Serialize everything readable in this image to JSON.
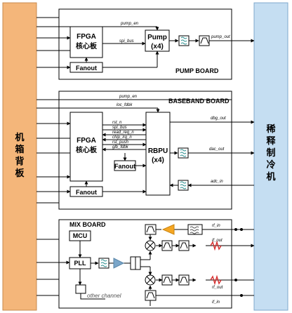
{
  "backplane": {
    "label": "机箱背板",
    "color": "#f4b67a"
  },
  "cooler": {
    "label": "稀释制冷机",
    "color": "#c5def2"
  },
  "pump_board": {
    "title": "PUMP BOARD",
    "fpga": [
      "FPGA",
      "核心板"
    ],
    "pump": [
      "Pump",
      "(x4)"
    ],
    "fanout": "Fanout",
    "signals": {
      "pump_en": "pump_en",
      "spi_bus": "spi_bus",
      "pump_out": "pump_out"
    }
  },
  "baseband_board": {
    "title": "BASEBAND BOARD",
    "fpga": [
      "FPGA",
      "核心板"
    ],
    "rbpu": [
      "RBPU",
      "(x4)"
    ],
    "fanout_inner": "Fanout",
    "fanout_bottom": "Fanout",
    "signals": {
      "pump_en": "pump_en",
      "loc_fdbk": "loc_fdbk",
      "rst_n": "rst_n",
      "spi_bus": "spi_bus",
      "read_req_n": "read_req_n",
      "chip_irq_n": "chip_irq_n",
      "rst_push": "rst_push",
      "glb_fdbk": "glb_fdbk",
      "dbg_out": "dbg_out",
      "dac_out": "dac_out",
      "adc_in": "adc_in"
    }
  },
  "mix_board": {
    "title": "MIX BOARD",
    "mcu": "MCU",
    "pll": "PLL",
    "other_channel": "other channel",
    "signals": {
      "rf_in_top": "rf_in",
      "if_out_top": "if_out",
      "rf_out": "rf_out",
      "if_in": "if_in"
    }
  },
  "colors": {
    "amplifier": "#f5a623",
    "filter_teal": "#2a8f8f",
    "mixer_blue": "#7ba6c9",
    "attenuator_red": "#d62c2c"
  }
}
